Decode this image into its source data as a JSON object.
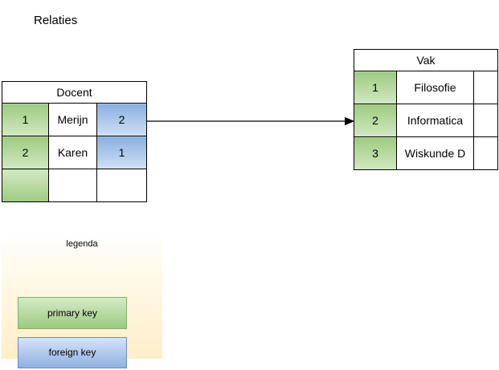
{
  "title": "Relaties",
  "colors": {
    "primary_key_green": "#9ecb81",
    "foreign_key_blue": "#8bafe0",
    "legend_background": "#ffeec9",
    "primary_key_border": "#82b366",
    "foreign_key_border": "#6c8ebf"
  },
  "tables": {
    "docent": {
      "title": "Docent",
      "rows": [
        [
          "1",
          "Merijn",
          "2"
        ],
        [
          "2",
          "Karen",
          "1"
        ],
        [
          "",
          "",
          ""
        ]
      ]
    },
    "vak": {
      "title": "Vak",
      "rows": [
        [
          "1",
          "Filosofie",
          ""
        ],
        [
          "2",
          "Informatica",
          ""
        ],
        [
          "3",
          "Wiskunde D",
          ""
        ]
      ]
    }
  },
  "legend": {
    "title": "legenda",
    "primary_label": "primary key",
    "foreign_label": "foreign key"
  }
}
